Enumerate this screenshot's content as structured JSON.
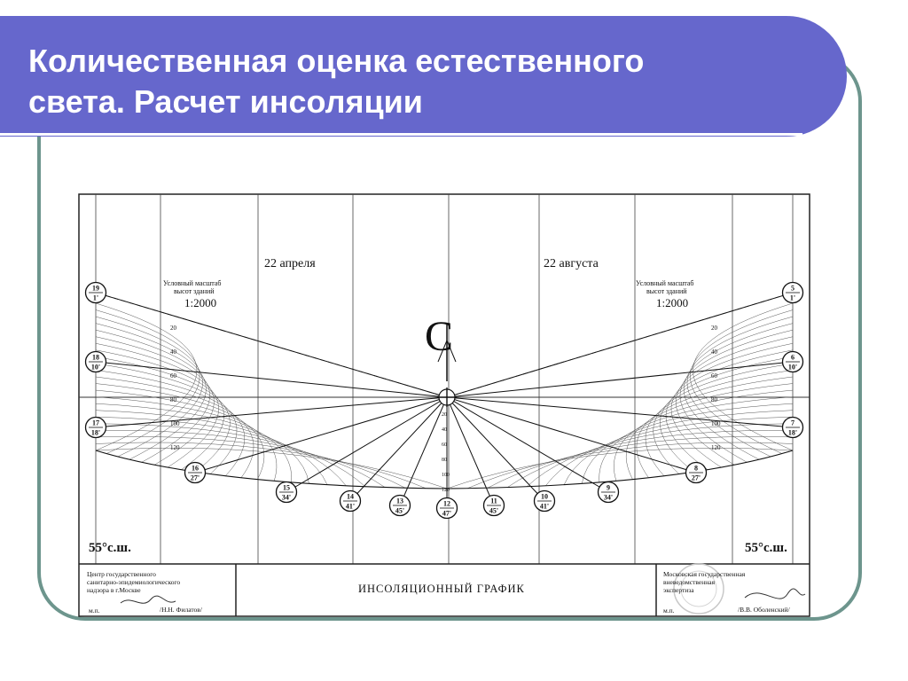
{
  "slide": {
    "title_line1": "Количественная оценка естественного",
    "title_line2": "света. Расчет инсоляции"
  },
  "chart_data": {
    "type": "diagram",
    "left_date": "22 апреля",
    "right_date": "22 августа",
    "scale_note_line1": "Условный масштаб",
    "scale_note_line2": "высот зданий",
    "scale": "1:2000",
    "height_ticks": [
      "20",
      "40",
      "60",
      "80",
      "100",
      "120"
    ],
    "center_ticks": [
      "20",
      "40",
      "60",
      "80",
      "100",
      "120"
    ],
    "north_symbol": "С",
    "latitude": "55°с.ш.",
    "time_labels": [
      {
        "h": "19",
        "m": "1'"
      },
      {
        "h": "18",
        "m": "10'"
      },
      {
        "h": "17",
        "m": "18'"
      },
      {
        "h": "16",
        "m": "27'"
      },
      {
        "h": "15",
        "m": "34'"
      },
      {
        "h": "14",
        "m": "41'"
      },
      {
        "h": "13",
        "m": "45'"
      },
      {
        "h": "12",
        "m": "47'"
      },
      {
        "h": "11",
        "m": "45'"
      },
      {
        "h": "10",
        "m": "41'"
      },
      {
        "h": "9",
        "m": "34'"
      },
      {
        "h": "8",
        "m": "27'"
      },
      {
        "h": "7",
        "m": "18'"
      },
      {
        "h": "6",
        "m": "10'"
      },
      {
        "h": "5",
        "m": "1'"
      }
    ],
    "stamp_left_line1": "Центр государственного",
    "stamp_left_line2": "санитарно-эпидемиологического",
    "stamp_left_line3": "надзора  в  г.Москве",
    "stamp_left_signer": "/Н.Н. Филатов/",
    "stamp_mp": "м.п.",
    "stamp_center": "ИНСОЛЯЦИОННЫЙ ГРАФИК",
    "stamp_right_line1": "Московская государственная",
    "stamp_right_line2": "вневедомственная",
    "stamp_right_line3": "экспертиза",
    "stamp_right_signer": "/В.В. Оболенский/"
  }
}
